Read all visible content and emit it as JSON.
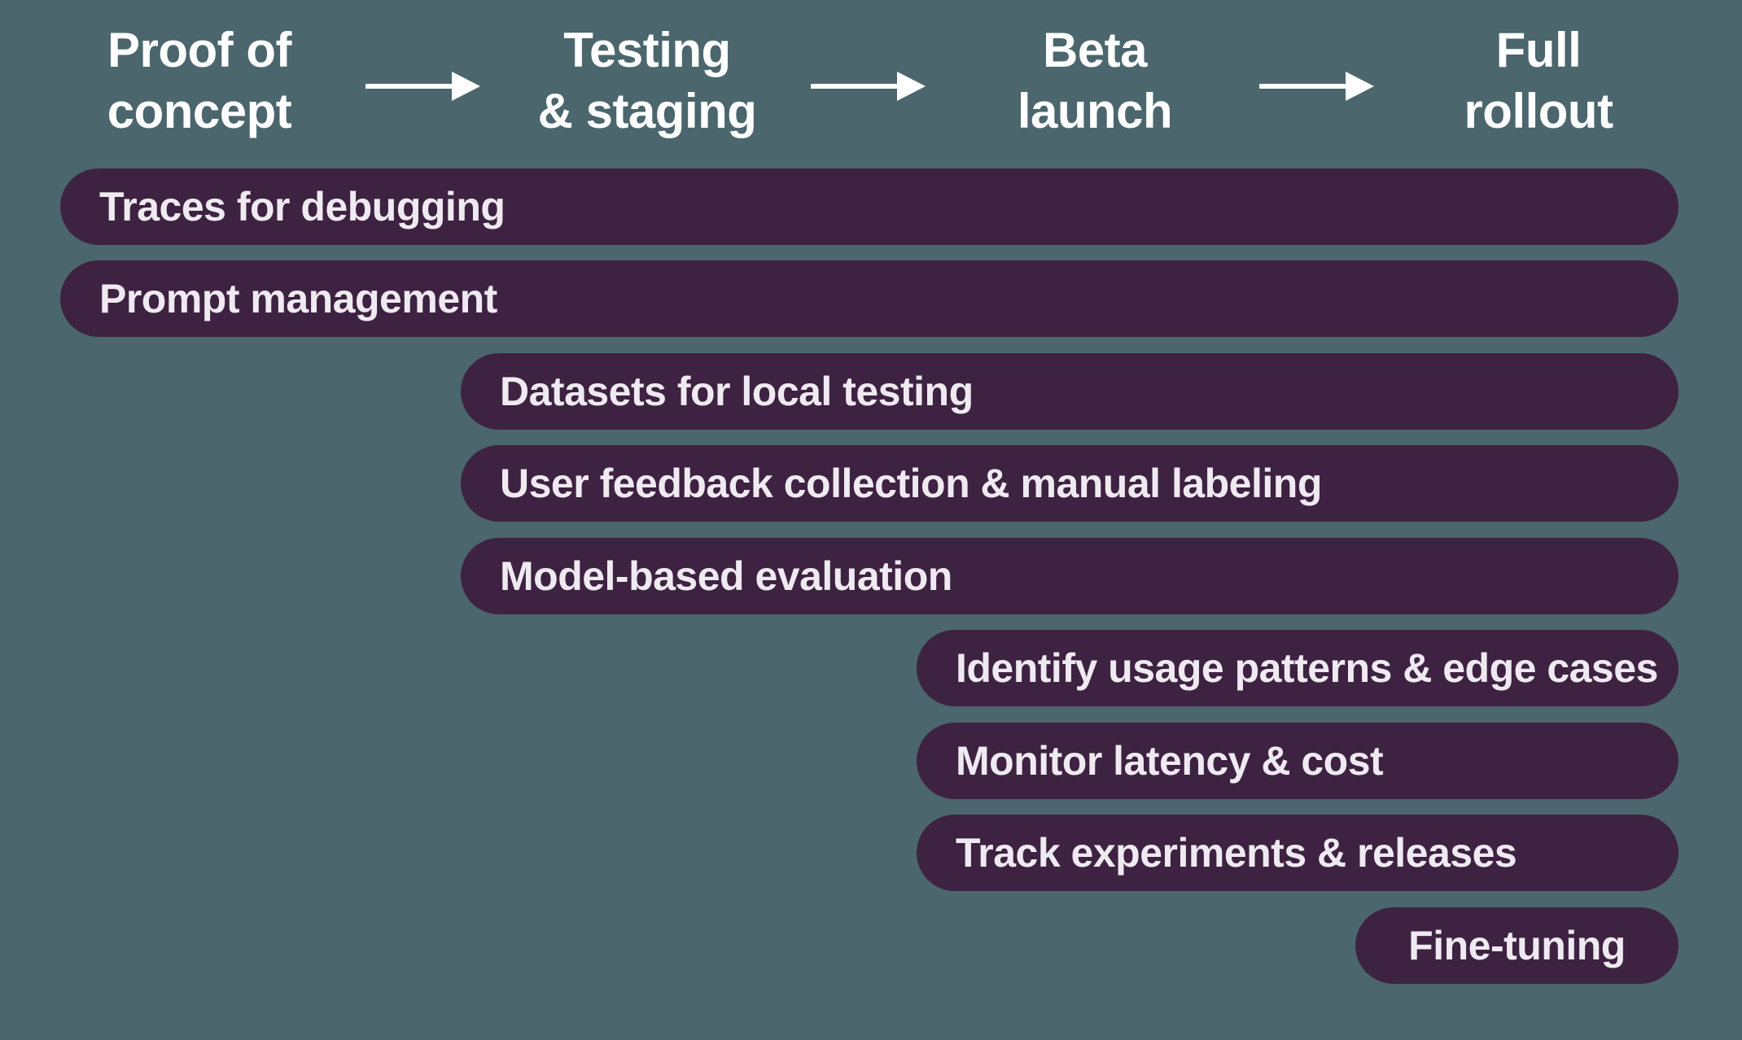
{
  "diagram": {
    "colors": {
      "background": "#4B666D",
      "bar_fill": "#3E2241",
      "bar_label": "#EFEAF1",
      "phase_label": "#FFFFFF",
      "arrow": "#FFFFFF"
    },
    "phases": [
      {
        "line1": "Proof of",
        "line2": "concept"
      },
      {
        "line1": "Testing",
        "line2": "& staging"
      },
      {
        "line1": "Beta",
        "line2": "launch"
      },
      {
        "line1": "Full",
        "line2": "rollout"
      }
    ],
    "bars": [
      {
        "label": "Traces for debugging",
        "starts_at": "Proof of concept"
      },
      {
        "label": "Prompt management",
        "starts_at": "Proof of concept"
      },
      {
        "label": "Datasets for local testing",
        "starts_at": "Testing & staging"
      },
      {
        "label": "User feedback collection & manual labeling",
        "starts_at": "Testing & staging"
      },
      {
        "label": "Model-based evaluation",
        "starts_at": "Testing & staging"
      },
      {
        "label": "Identify usage patterns & edge cases",
        "starts_at": "Beta launch"
      },
      {
        "label": "Monitor latency & cost",
        "starts_at": "Beta launch"
      },
      {
        "label": "Track experiments & releases",
        "starts_at": "Beta launch"
      },
      {
        "label": "Fine-tuning",
        "starts_at": "Full rollout"
      }
    ]
  }
}
